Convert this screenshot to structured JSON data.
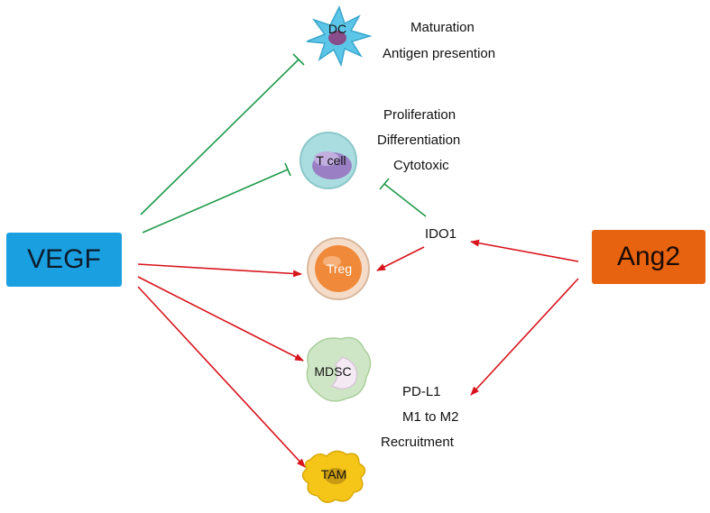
{
  "sources": {
    "vegf": "VEGF",
    "ang2": "Ang2"
  },
  "cells": {
    "dc": "DC",
    "tcell": "T cell",
    "treg": "Treg",
    "mdsc": "MDSC",
    "tam": "TAM"
  },
  "labels": {
    "dc": [
      "Maturation",
      "Antigen presention"
    ],
    "tcell": [
      "Proliferation",
      "Differentiation",
      "Cytotoxic"
    ],
    "ido1": "IDO1",
    "macro": [
      "PD-L1",
      "M1 to M2",
      "Recruitment"
    ]
  },
  "colors": {
    "vegf": "#1aa0e1",
    "ang2": "#e8630f",
    "inhibit": "#1f9a4a",
    "activate": "#d8141c",
    "dc_cell": "#5cc6e8",
    "tcell_cell": "#a9dde0",
    "treg_cell": "#f08a3a",
    "mdsc_cell": "#cfe6c6",
    "tam_cell": "#f5c518"
  }
}
